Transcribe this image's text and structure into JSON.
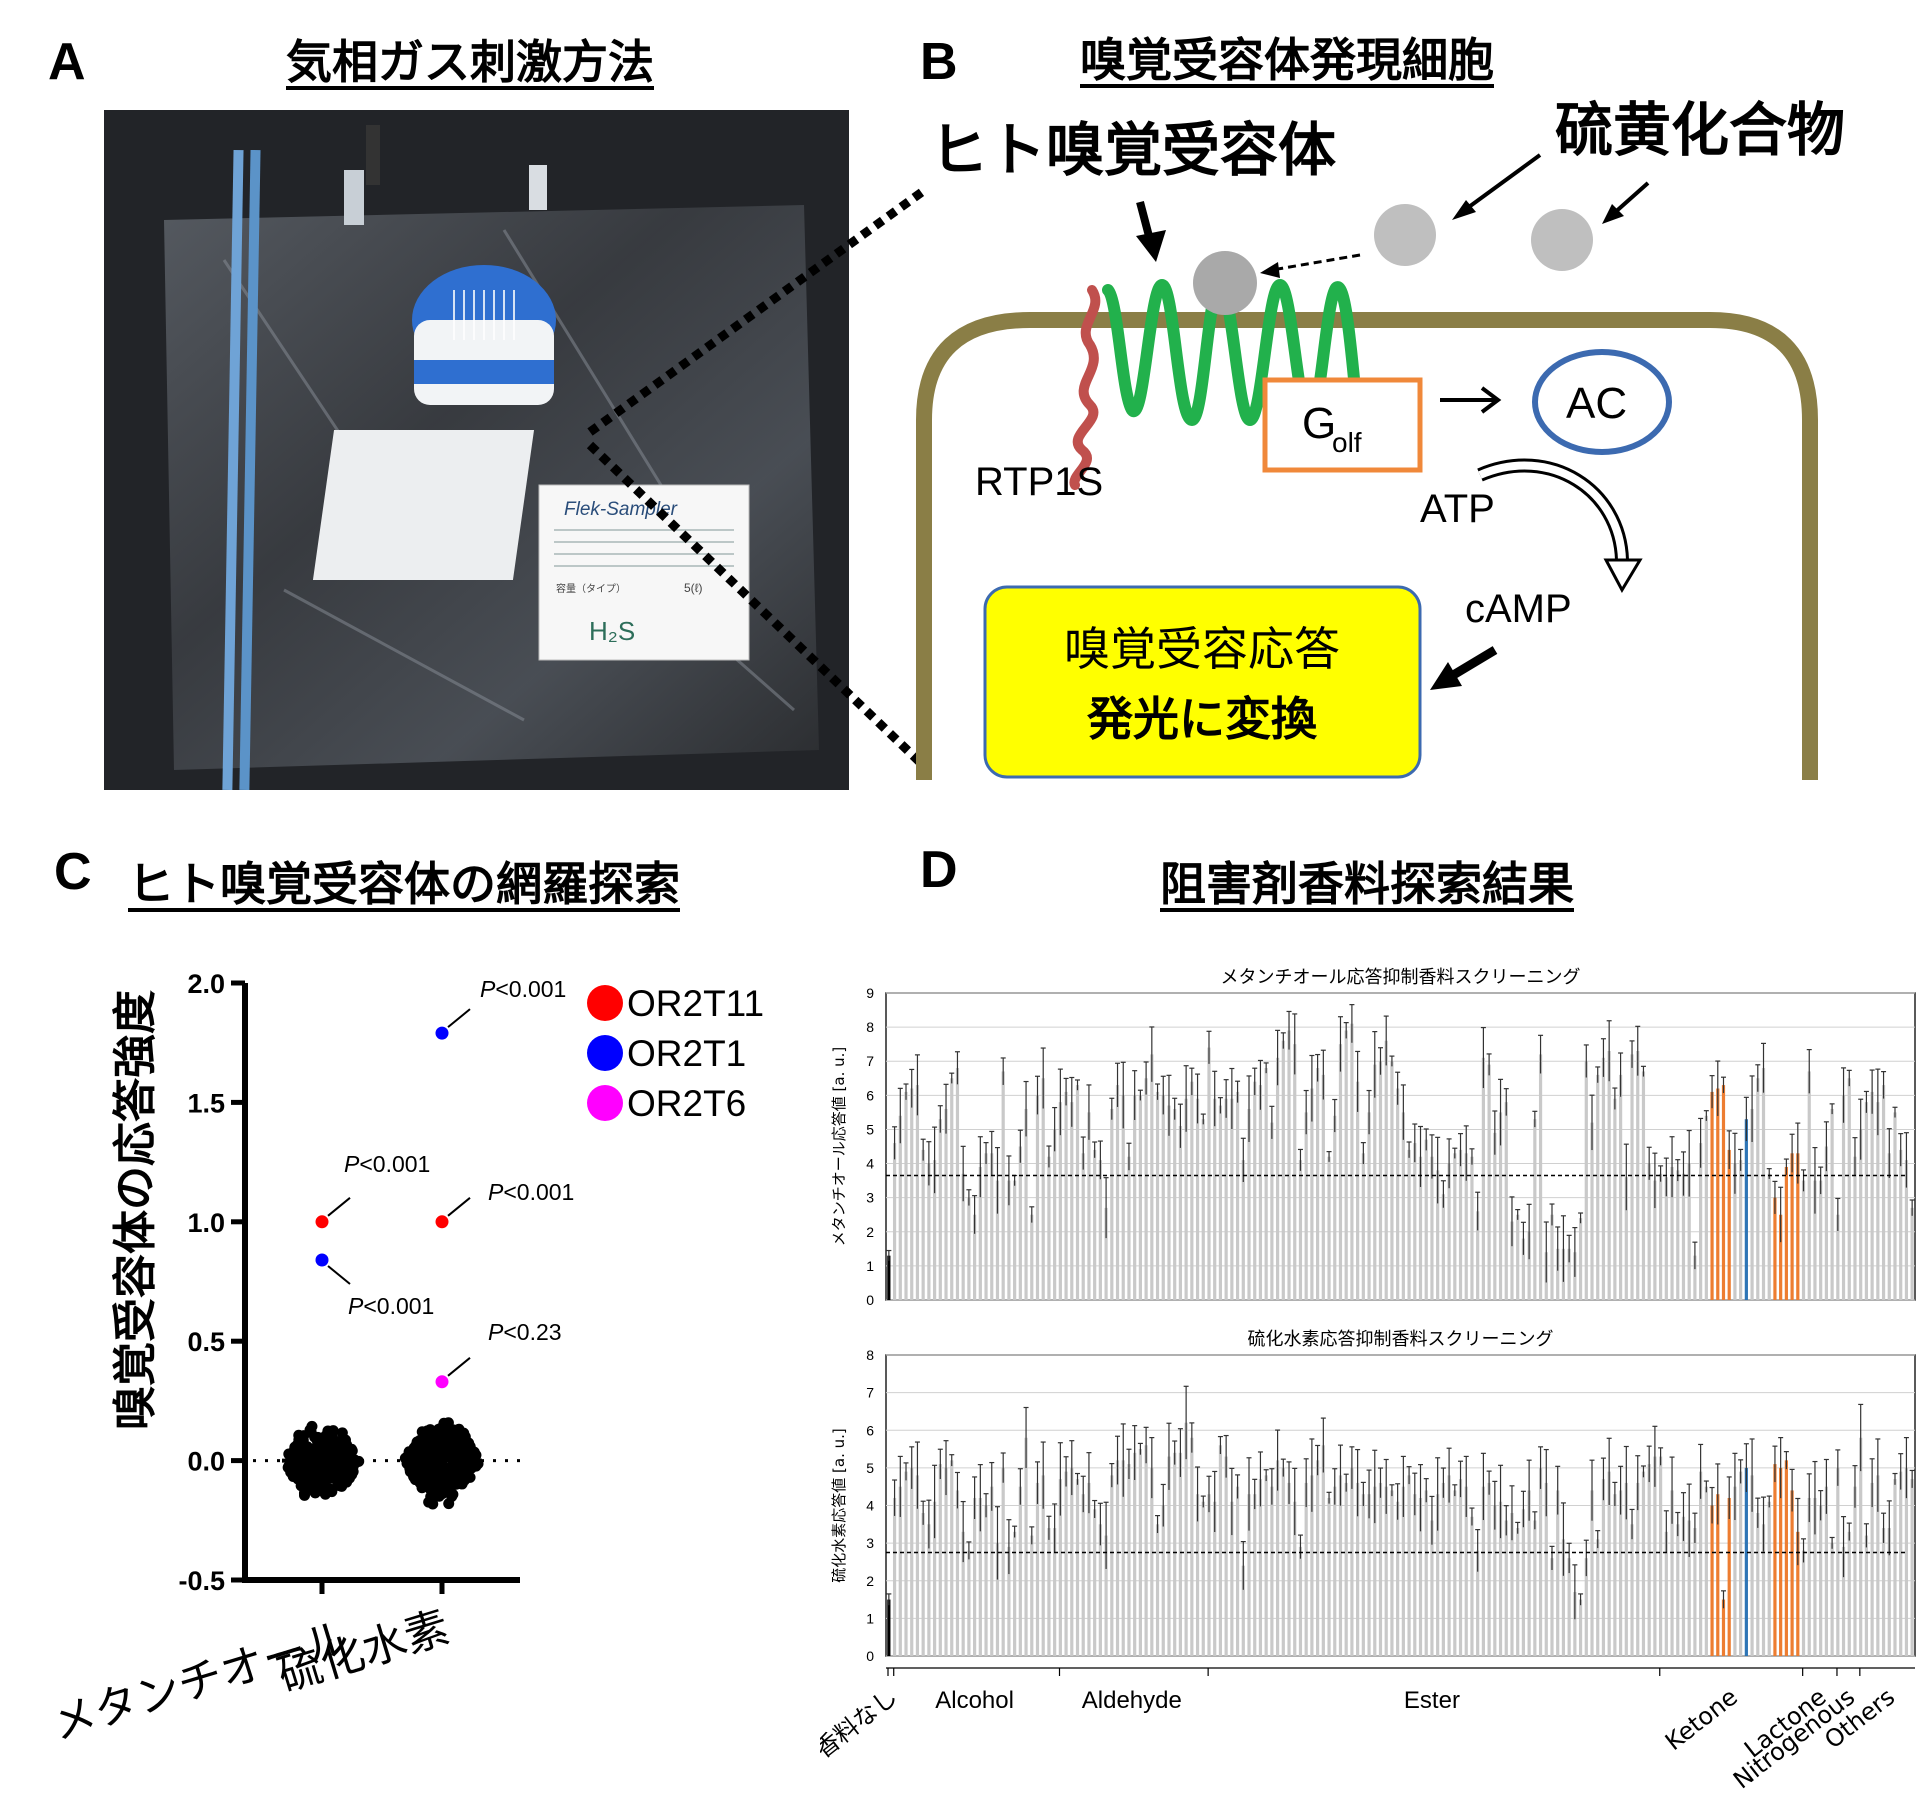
{
  "panelA": {
    "letter": "A",
    "title": "気相ガス刺激方法",
    "card_brand": "Flek-Sampler",
    "card_gas": "H₂S",
    "card_type_label": "容量（タイプ）",
    "card_type_value": "5(ℓ)"
  },
  "panelB": {
    "letter": "B",
    "title": "嗅覚受容体発現細胞",
    "receptor_label": "ヒト嗅覚受容体",
    "compound_label": "硫黄化合物",
    "rtp_label": "RTP1S",
    "golf_label": "G",
    "golf_sub": "olf",
    "ac_label": "AC",
    "atp_label": "ATP",
    "camp_label": "cAMP",
    "response_line1": "嗅覚受容応答",
    "response_line2": "発光に変換",
    "colors": {
      "membrane": "#8a7e46",
      "receptor": "#22b14c",
      "rtp": "#c0504d",
      "golf": "#f0883a",
      "ac": "#3c6ab0",
      "response": "#ffff00"
    }
  },
  "panelC": {
    "letter": "C",
    "title": "ヒト嗅覚受容体の網羅探索",
    "chart_data": {
      "type": "scatter",
      "ylabel": "嗅覚受容体の応答強度",
      "ylim": [
        -0.5,
        2.0
      ],
      "yticks": [
        "2.0",
        "1.5",
        "1.0",
        "0.5",
        "0.0",
        "-0.5"
      ],
      "categories": [
        "メタンチオール",
        "硫化水素"
      ],
      "legend": [
        {
          "name": "OR2T11",
          "color": "#ff0000"
        },
        {
          "name": "OR2T1",
          "color": "#0000ff"
        },
        {
          "name": "OR2T6",
          "color": "#ff00ff"
        }
      ],
      "points": [
        {
          "category": "メタンチオール",
          "series": "OR2T11",
          "y": 1.0,
          "p": "P<0.001"
        },
        {
          "category": "メタンチオール",
          "series": "OR2T1",
          "y": 0.84,
          "p": "P<0.001"
        },
        {
          "category": "硫化水素",
          "series": "OR2T1",
          "y": 1.79,
          "p": "P<0.001"
        },
        {
          "category": "硫化水素",
          "series": "OR2T11",
          "y": 1.0,
          "p": "P<0.001"
        },
        {
          "category": "硫化水素",
          "series": "OR2T6",
          "y": 0.33,
          "p": "P<0.23"
        }
      ]
    }
  },
  "panelD": {
    "letter": "D",
    "title": "阻害剤香料探索結果",
    "chart_data": [
      {
        "type": "bar",
        "title": "メタンチオール応答抑制香料スクリーニング",
        "ylabel": "メタンチオール応答値 [a. u.]",
        "ylim": [
          0,
          9
        ],
        "yticks": [
          "9",
          "8",
          "7",
          "6",
          "5",
          "4",
          "3",
          "2",
          "1",
          "0"
        ],
        "threshold": 3.65,
        "n_bars": 180,
        "highlight_orange": [
          144,
          145,
          146,
          147,
          155,
          156,
          157,
          158,
          159
        ],
        "highlight_blue": [
          150
        ],
        "values": [
          1.3,
          4.6,
          5.4,
          6.1,
          6.2,
          6.3,
          4.4,
          4.0,
          4.1,
          5.3,
          5.6,
          6.5,
          6.8,
          3.7,
          3.0,
          2.5,
          3.9,
          4.3,
          4.3,
          3.5,
          6.7,
          3.5,
          3.5,
          4.5,
          5.6,
          2.5,
          6.0,
          6.5,
          4.2,
          5.0,
          5.8,
          6.1,
          5.8,
          6.3,
          4.3,
          5.5,
          4.4,
          4.1,
          2.7,
          5.6,
          6.3,
          6.0,
          4.2,
          6.0,
          6.0,
          6.5,
          7.2,
          6.1,
          6.0,
          5.7,
          5.6,
          5.1,
          5.9,
          6.4,
          5.9,
          5.3,
          7.4,
          5.9,
          5.7,
          5.9,
          5.9,
          6.1,
          4.1,
          5.6,
          6.4,
          6.3,
          6.8,
          5.2,
          7.1,
          7.6,
          7.9,
          7.5,
          4.1,
          5.5,
          6.2,
          6.8,
          6.6,
          4.2,
          5.4,
          7.5,
          7.9,
          8.1,
          6.4,
          4.3,
          5.5,
          6.9,
          7.0,
          7.6,
          7.0,
          6.2,
          5.5,
          4.4,
          4.6,
          4.2,
          4.7,
          4.2,
          3.8,
          3.1,
          4.0,
          4.3,
          4.4,
          4.3,
          4.2,
          2.6,
          7.1,
          6.9,
          4.9,
          5.5,
          5.8,
          2.3,
          2.5,
          1.8,
          2.0,
          5.3,
          7.2,
          1.4,
          2.5,
          1.5,
          1.5,
          1.5,
          1.4,
          2.4,
          7.0,
          5.2,
          6.6,
          7.1,
          7.3,
          5.9,
          6.6,
          3.6,
          7.2,
          7.3,
          6.7,
          4.0,
          3.5,
          3.7,
          3.6,
          3.9,
          3.8,
          3.7,
          4.0
        ],
        "grid": true
      },
      {
        "type": "bar",
        "title": "硫化水素応答抑制香料スクリーニング",
        "ylabel": "硫化水素応答値 [a. u.]",
        "ylim": [
          0,
          8
        ],
        "yticks": [
          "8",
          "7",
          "6",
          "5",
          "4",
          "3",
          "2",
          "1",
          "0"
        ],
        "threshold": 2.75,
        "n_bars": 180,
        "highlight_orange": [
          144,
          145,
          146,
          147,
          155,
          156,
          157,
          158,
          159
        ],
        "highlight_blue": [
          150
        ],
        "values": [
          1.5,
          4.2,
          4.5,
          4.9,
          5.0,
          4.8,
          3.8,
          3.5,
          4.1,
          5.1,
          5.0,
          5.2,
          4.4,
          3.3,
          2.8,
          4.2,
          4.2,
          4.0,
          4.5,
          3.0,
          5.0,
          2.9,
          3.3,
          4.5,
          5.8,
          3.2,
          4.6,
          4.8,
          3.4,
          3.4,
          4.7,
          4.9,
          5.0,
          4.7,
          4.3,
          4.6,
          3.9,
          3.5,
          3.2,
          4.8,
          5.2,
          5.2,
          5.1,
          5.4,
          5.5,
          5.6,
          5.0,
          3.5,
          4.0,
          5.3,
          5.4,
          5.4,
          6.2,
          5.8,
          4.3,
          4.1,
          4.3,
          4.1,
          5.6,
          5.3,
          4.1,
          4.5,
          2.4,
          4.3,
          4.3,
          4.7,
          4.8,
          4.5,
          5.2,
          5.0,
          4.6,
          4.1,
          2.9,
          4.6,
          4.8,
          5.2,
          5.6,
          4.2,
          4.5,
          4.8,
          4.6,
          5.0,
          4.6,
          4.3,
          4.3,
          4.5,
          4.6,
          4.5,
          4.4,
          4.1,
          4.5,
          4.8,
          4.3,
          4.2,
          4.4,
          3.6,
          4.3,
          4.6,
          4.8,
          4.4,
          4.7,
          4.5,
          3.7,
          2.8,
          4.5,
          4.6,
          4.0,
          4.1,
          3.6,
          3.8,
          3.4,
          3.9,
          4.4,
          3.6,
          5.0,
          4.6,
          2.6,
          4.4,
          3.1,
          2.6,
          1.7,
          1.5,
          2.6,
          4.4,
          3.1,
          4.7,
          4.9,
          4.3,
          4.4,
          4.6,
          3.5,
          4.6,
          4.9,
          5.1,
          5.3,
          5.3,
          3.3,
          4.4,
          3.5,
          3.7,
          3.6,
          3.4,
          4.9,
          4.5,
          4.0,
          4.3
        ],
        "grid": true
      }
    ],
    "categories": [
      {
        "label": "香料なし",
        "start": 0,
        "end": 1,
        "rotate": true
      },
      {
        "label": "Alcohol",
        "start": 1,
        "end": 30,
        "rotate": false
      },
      {
        "label": "Aldehyde",
        "start": 30,
        "end": 56,
        "rotate": false
      },
      {
        "label": "Ester",
        "start": 56,
        "end": 135,
        "rotate": false
      },
      {
        "label": "Ketone",
        "start": 135,
        "end": 160,
        "rotate": true
      },
      {
        "label": "Lactone",
        "start": 160,
        "end": 166,
        "rotate": true
      },
      {
        "label": "Nitrogenous",
        "start": 166,
        "end": 170,
        "rotate": true
      },
      {
        "label": "Others",
        "start": 170,
        "end": 180,
        "rotate": true
      }
    ]
  }
}
